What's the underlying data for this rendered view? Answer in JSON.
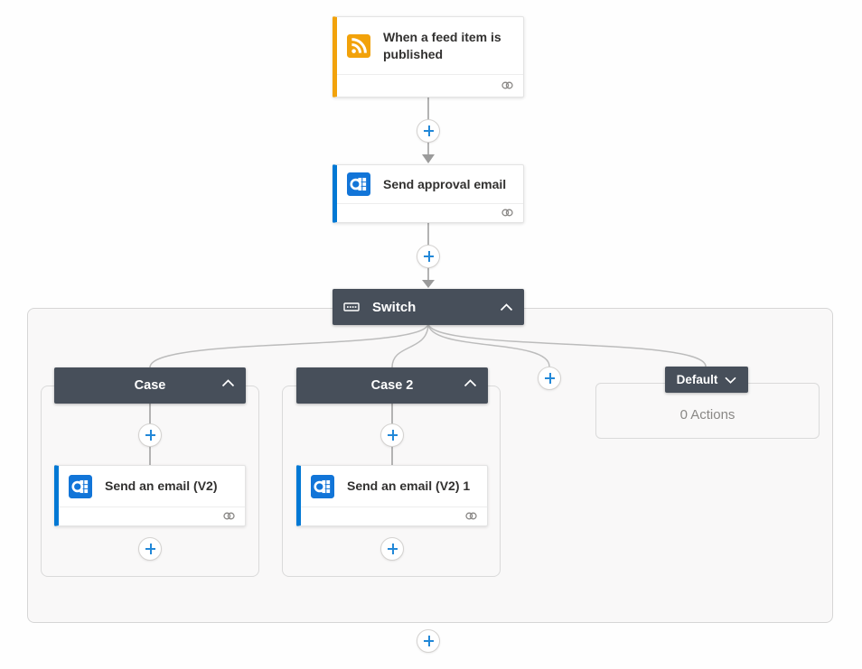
{
  "colors": {
    "trigger_accent": "#F2A20A",
    "action_accent": "#0078D4",
    "header_bg": "#474F5A",
    "plus_blue": "#2288D8",
    "connector_gray": "#B3B3B3",
    "scope_bg": "#F9F8F8",
    "muted_text": "#8A8886"
  },
  "trigger_card": {
    "title": "When a feed item is published",
    "icon": "rss-icon"
  },
  "approval_card": {
    "title": "Send approval email",
    "icon": "outlook-icon"
  },
  "switch_block": {
    "label": "Switch",
    "icon": "switch-icon",
    "chevron": "chevron-up-icon"
  },
  "cases": [
    {
      "label": "Case",
      "chevron": "chevron-up-icon",
      "card": {
        "title": "Send an email (V2)",
        "icon": "outlook-icon"
      }
    },
    {
      "label": "Case 2",
      "chevron": "chevron-up-icon",
      "card": {
        "title": "Send an email (V2) 1",
        "icon": "outlook-icon"
      }
    }
  ],
  "default_branch": {
    "label": "Default",
    "chevron": "chevron-down-icon",
    "empty_text": "0 Actions"
  },
  "icons": {
    "footer": "link-icon",
    "insert": "plus-icon"
  }
}
